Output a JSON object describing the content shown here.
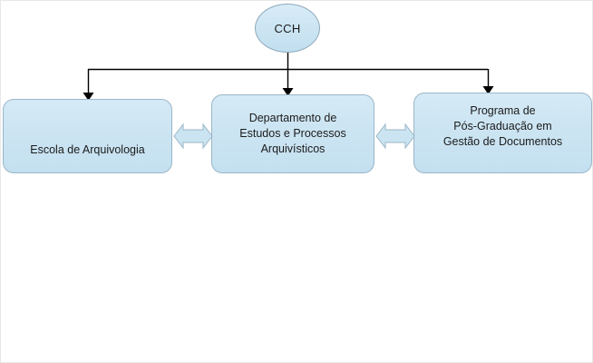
{
  "diagram": {
    "type": "organizational-hierarchy",
    "title": "CCH structure",
    "root": {
      "id": "cch",
      "label": "CCH",
      "shape": "ellipse"
    },
    "units": [
      {
        "id": "escola",
        "label": "Escola de Arquivologia",
        "shape": "rounded-rectangle"
      },
      {
        "id": "departamento",
        "label": "Departamento de\nEstudos e Processos\nArquivísticos",
        "shape": "rounded-rectangle"
      },
      {
        "id": "programa",
        "label": "Programa de\nPós-Graduação em\nGestão de Documentos",
        "shape": "rounded-rectangle"
      }
    ],
    "connectors": [
      {
        "id": "cch-to-escola",
        "style": "orthogonal-bus-arrow",
        "direction": "down"
      },
      {
        "id": "cch-to-departamento",
        "style": "straight-arrow",
        "direction": "down"
      },
      {
        "id": "cch-to-programa",
        "style": "orthogonal-bus-arrow",
        "direction": "down"
      },
      {
        "id": "escola-departamento",
        "style": "double-headed-arrow",
        "direction": "bidirectional"
      },
      {
        "id": "departamento-programa",
        "style": "double-headed-arrow",
        "direction": "bidirectional"
      }
    ],
    "colors": {
      "node_fill": "#cbe4f2",
      "node_border": "#9ab6c7",
      "connector_line": "#000000",
      "bidi_arrow_fill": "#cbe4f2",
      "bidi_arrow_border": "#9ab6c7",
      "text": "#1b1b1b",
      "background": "#ffffff"
    }
  }
}
